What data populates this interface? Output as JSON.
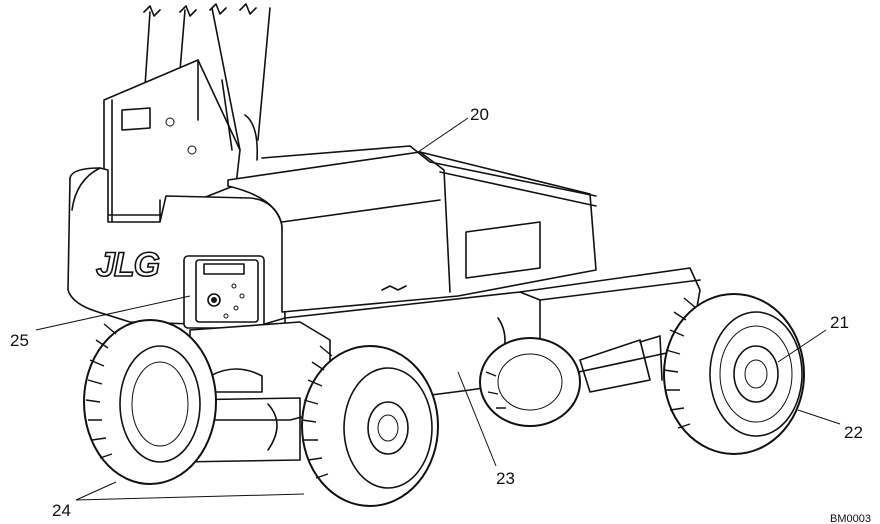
{
  "diagram": {
    "logo_text": "JLG",
    "reference_code": "BM0003",
    "callouts": {
      "c20": "20",
      "c21": "21",
      "c22": "22",
      "c23": "23",
      "c24": "24",
      "c25": "25"
    }
  }
}
